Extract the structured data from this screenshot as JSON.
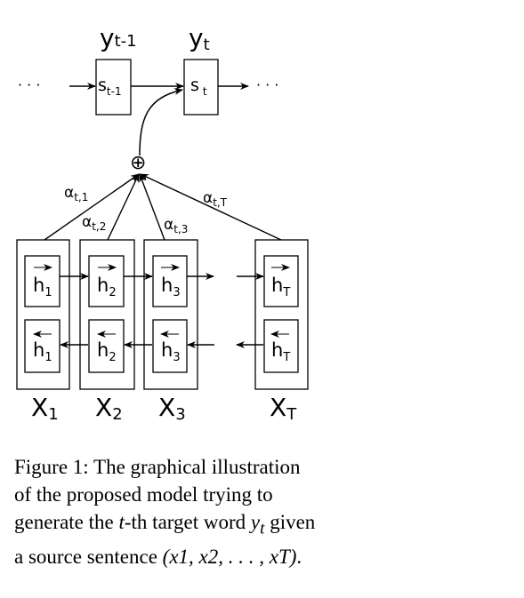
{
  "diagram": {
    "outputs": [
      "y",
      "y"
    ],
    "output_subs": [
      "t-1",
      "t"
    ],
    "decoder_states": [
      "s",
      "s"
    ],
    "decoder_subs": [
      "t-1",
      "t"
    ],
    "ellipsis": "· · ·",
    "combine_symbol": "⊕",
    "attention_weights": [
      {
        "base": "α",
        "sub": "t,1"
      },
      {
        "base": "α",
        "sub": "t,2"
      },
      {
        "base": "α",
        "sub": "t,3"
      },
      {
        "base": "α",
        "sub": "t,T"
      }
    ],
    "forward_states": [
      {
        "base": "h",
        "sub": "1"
      },
      {
        "base": "h",
        "sub": "2"
      },
      {
        "base": "h",
        "sub": "3"
      },
      {
        "base": "h",
        "sub": "T"
      }
    ],
    "backward_states": [
      {
        "base": "h",
        "sub": "1"
      },
      {
        "base": "h",
        "sub": "2"
      },
      {
        "base": "h",
        "sub": "3"
      },
      {
        "base": "h",
        "sub": "T"
      }
    ],
    "inputs": [
      {
        "base": "X",
        "sub": "1"
      },
      {
        "base": "X",
        "sub": "2"
      },
      {
        "base": "X",
        "sub": "3"
      },
      {
        "base": "X",
        "sub": "T"
      }
    ]
  },
  "caption": {
    "label": "Figure 1:",
    "part1": " The graphical illustration of the proposed model trying to generate the ",
    "t_var": "t",
    "part2": "-th target word ",
    "y_var": "y",
    "y_sub": "t",
    "part3": " given a source sentence ",
    "sequence": "(x1, x2, . . . , xT)",
    "end": "."
  }
}
